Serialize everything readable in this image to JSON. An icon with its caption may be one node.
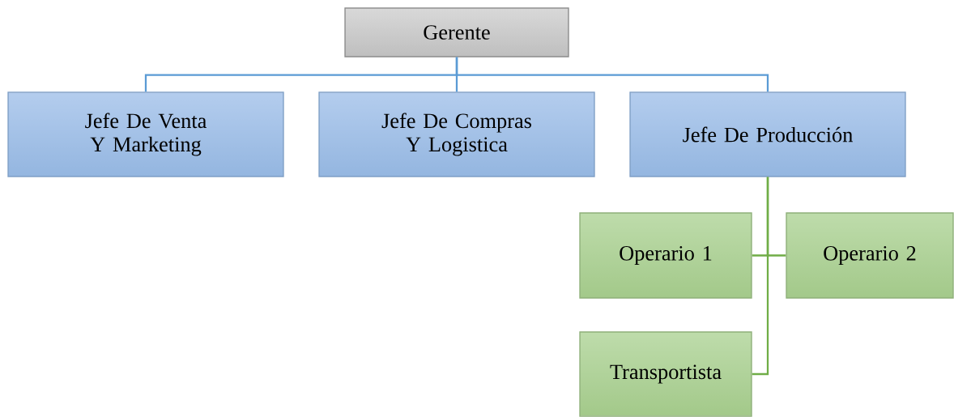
{
  "diagram": {
    "nodes": [
      {
        "text": [
          "Gerente"
        ]
      },
      {
        "text": [
          "Jefe De Venta Y Marketing"
        ]
      },
      {
        "text": [
          "Jefe De Compras Y Logistica"
        ]
      },
      {
        "text": [
          "Jefe De Producción"
        ]
      },
      {
        "text": [
          "Operario 1"
        ]
      },
      {
        "text": [
          "Operario 2"
        ]
      },
      {
        "text": [
          "Transportista"
        ]
      }
    ],
    "edges": [
      {
        "from": 0,
        "to": 1,
        "arrow": "none"
      },
      {
        "from": 0,
        "to": 2,
        "arrow": "none"
      },
      {
        "from": 0,
        "to": 3,
        "arrow": "none"
      },
      {
        "from": 3,
        "to": 4,
        "arrow": "none",
        "color": "#70ad47"
      },
      {
        "from": 3,
        "to": 5,
        "arrow": "none",
        "color": "#70ad47"
      },
      {
        "from": 3,
        "to": 6,
        "arrow": "none",
        "color": "#70ad47"
      }
    ]
  }
}
